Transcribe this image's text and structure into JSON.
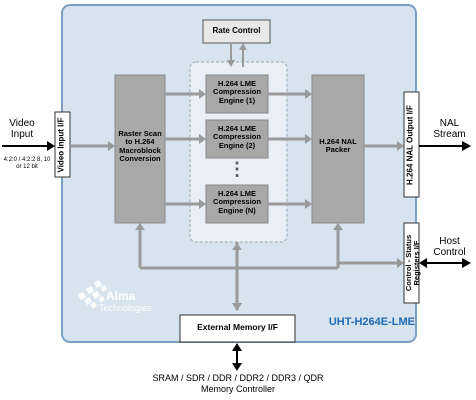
{
  "colors": {
    "core_fill": "#d7e3ee",
    "core_stroke": "#7aa0c4",
    "block_gray": "#b4b4b4",
    "block_dark": "#9c9c9c",
    "arrow_gray": "#9a9a9a",
    "title_blue": "#1f6bb5",
    "logo_blue": "#ffffff"
  },
  "labels": {
    "video_input": "Video Input",
    "video_input_if": "Video Input I/F",
    "format": "4:2:0 / 4:2:2 8, 10 or 12 bit",
    "raster_scan": "Raster Scan to H.264 Macroblock Conversion",
    "rate_control": "Rate Control",
    "engine1": "H.264 LME Compression Engine (1)",
    "engine2": "H.264 LME Compression Engine (2)",
    "engineN": "H.264 LME Compression Engine (N)",
    "ellipsis": "⋮",
    "nal_packer": "H.264 NAL Packer",
    "nal_output_if": "H.264 NAL Output I/F",
    "nal_stream": "NAL Stream",
    "control_status": "Control - Status Registers I/F",
    "host_control": "Host Control",
    "external_memory": "External Memory I/F",
    "memory_types": "SRAM / SDR / DDR / DDR2 / DDR3 / QDR",
    "memory_controller": "Memory Controller",
    "core_name": "UHT-H264E-LME",
    "logo_name": "Alma",
    "logo_sub": "Technologies"
  }
}
